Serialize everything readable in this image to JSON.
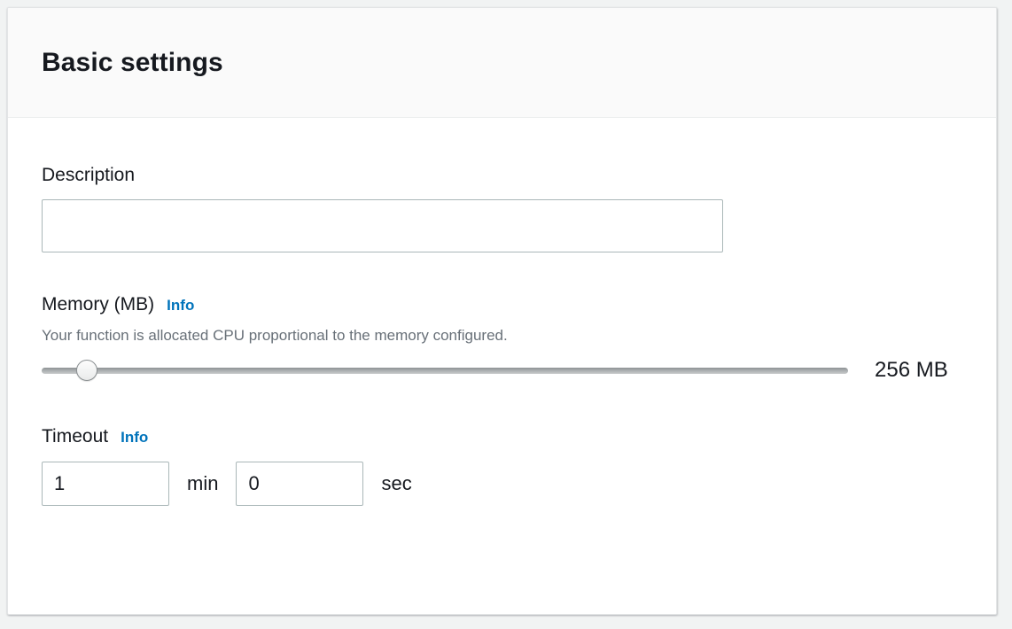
{
  "panel": {
    "title": "Basic settings"
  },
  "description": {
    "label": "Description",
    "value": "",
    "placeholder": ""
  },
  "memory": {
    "label": "Memory (MB)",
    "info_label": "Info",
    "hint": "Your function is allocated CPU proportional to the memory configured.",
    "value": 256,
    "min": 128,
    "max": 10240,
    "step": 64,
    "value_label": "256 MB"
  },
  "timeout": {
    "label": "Timeout",
    "info_label": "Info",
    "minutes": "1",
    "minutes_unit": "min",
    "seconds": "0",
    "seconds_unit": "sec"
  },
  "colors": {
    "accent_link": "#0073bb",
    "text_primary": "#16191f",
    "text_secondary": "#687078",
    "input_border": "#aab7b8",
    "header_bg": "#fafafa",
    "page_bg": "#f1f3f3"
  }
}
